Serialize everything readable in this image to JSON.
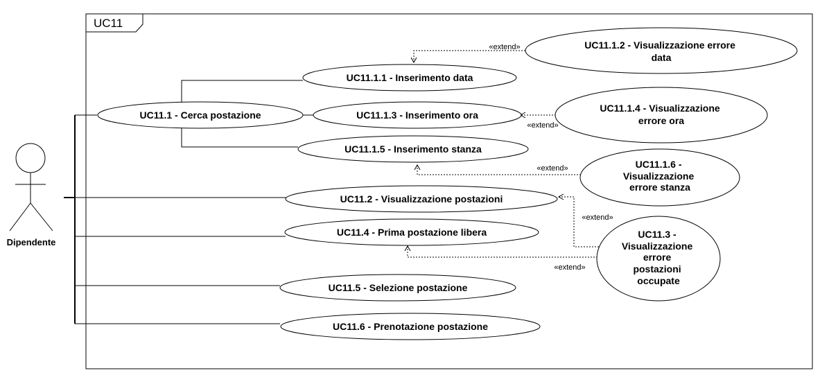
{
  "frame": {
    "title": "UC11"
  },
  "actor": {
    "name": "Dipendente"
  },
  "use_cases": {
    "uc11_1": "UC11.1 - Cerca postazione",
    "uc11_1_1": "UC11.1.1 - Inserimento data",
    "uc11_1_2": [
      "UC11.1.2 - Visualizzazione errore",
      "data"
    ],
    "uc11_1_3": "UC11.1.3 - Inserimento ora",
    "uc11_1_4": [
      "UC11.1.4 - Visualizzazione",
      "errore ora"
    ],
    "uc11_1_5": "UC11.1.5 - Inserimento stanza",
    "uc11_1_6": [
      "UC11.1.6 -",
      "Visualizzazione",
      "errore stanza"
    ],
    "uc11_2": "UC11.2 - Visualizzazione postazioni",
    "uc11_3": [
      "UC11.3 -",
      "Visualizzazione",
      "errore",
      "postazioni",
      "occupate"
    ],
    "uc11_4": "UC11.4 - Prima postazione libera",
    "uc11_5": "UC11.5 - Selezione postazione",
    "uc11_6": "UC11.6 - Prenotazione postazione"
  },
  "relations": {
    "extend_label": "«extend»"
  }
}
